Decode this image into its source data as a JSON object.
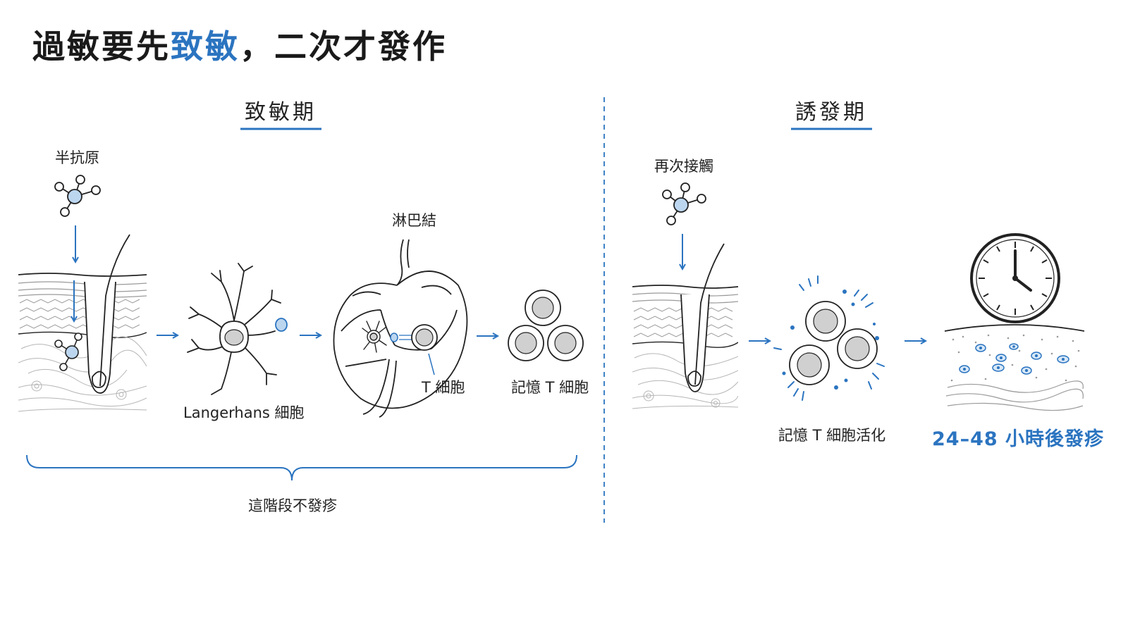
{
  "title": {
    "prefix": "過敏要先",
    "highlight": "致敏",
    "suffix": "，二次才發作"
  },
  "colors": {
    "accent": "#2b74c0",
    "line": "#222222",
    "light_blue": "#bcd6ef",
    "skin_line": "#9a9a9a"
  },
  "sensitization": {
    "heading": "致敏期",
    "hapten_label": "半抗原",
    "langerhans_label": "Langerhans 細胞",
    "lymph_node_label": "淋巴結",
    "t_cell_label": "T 細胞",
    "memory_t_label": "記憶 T 細胞",
    "no_rash_label": "這階段不發疹"
  },
  "elicitation": {
    "heading": "誘發期",
    "re_exposure_label": "再次接觸",
    "activation_label": "記憶 T 細胞活化",
    "rash_label": "24–48 小時後發疹"
  },
  "icons": [
    "hapten-molecule-icon",
    "skin-cross-section-icon",
    "hair-follicle-icon",
    "langerhans-cell-icon",
    "lymph-node-icon",
    "t-cell-icon",
    "memory-t-cells-icon",
    "activated-t-cells-icon",
    "clock-icon",
    "rash-skin-icon",
    "arrow-right-icon",
    "arrow-down-icon"
  ]
}
